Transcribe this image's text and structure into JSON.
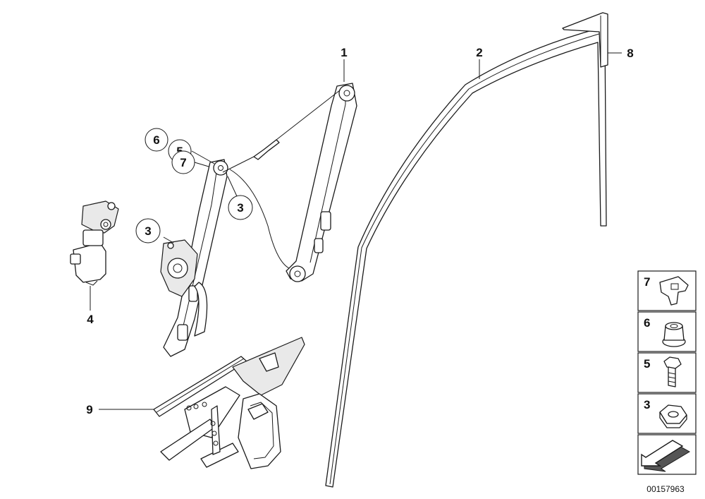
{
  "callouts": {
    "c1": "1",
    "c2": "2",
    "c3a": "3",
    "c3b": "3",
    "c4": "4",
    "c5": "5",
    "c6": "6",
    "c7": "7",
    "c8": "8",
    "c9": "9"
  },
  "legend": {
    "items": [
      {
        "num": "7",
        "icon": "clip-nut-icon"
      },
      {
        "num": "6",
        "icon": "collar-nut-icon"
      },
      {
        "num": "5",
        "icon": "hex-bolt-icon"
      },
      {
        "num": "3",
        "icon": "hex-nut-icon"
      }
    ],
    "arrow_icon": "direction-arrow-icon"
  },
  "doc_number": "00157963"
}
